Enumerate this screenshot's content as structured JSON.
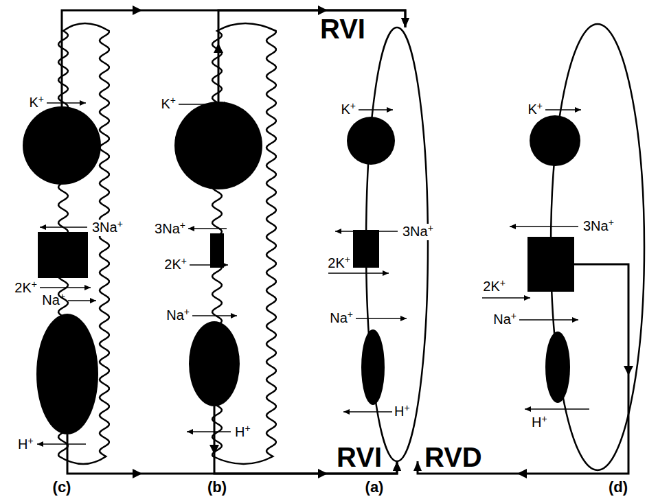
{
  "diagram": {
    "nodes": [
      {
        "text": [
          "(c)"
        ]
      },
      {
        "text": [
          "K+"
        ],
        "in": 0
      },
      {
        "text": [
          "3Na+",
          "2K+"
        ],
        "in": 0
      },
      {
        "text": [
          "Na+",
          "H+"
        ],
        "in": 0
      },
      {
        "text": [
          "(b)"
        ]
      },
      {
        "text": [
          "K+"
        ],
        "in": 4
      },
      {
        "text": [
          "3Na+",
          "2K+"
        ],
        "in": 4
      },
      {
        "text": [
          "Na+",
          "H+"
        ],
        "in": 4
      },
      {
        "text": [
          "(a)"
        ]
      },
      {
        "text": [
          "K+"
        ],
        "in": 8
      },
      {
        "text": [
          "3Na+",
          "2K+"
        ],
        "in": 8
      },
      {
        "text": [
          "Na+",
          "H+"
        ],
        "in": 8
      },
      {
        "text": [
          "(d)"
        ]
      },
      {
        "text": [
          "K+"
        ],
        "in": 12
      },
      {
        "text": [
          "3Na+",
          "2K+"
        ],
        "in": 12
      },
      {
        "text": [
          "Na+",
          "H+"
        ],
        "in": 12
      }
    ],
    "edges": [
      {
        "from": 1,
        "to": 8,
        "arrow": "to"
      },
      {
        "from": 5,
        "to": 8,
        "label": "RVI",
        "arrow": "to"
      },
      {
        "from": 3,
        "to": 8,
        "arrow": "to"
      },
      {
        "from": 7,
        "to": 8,
        "label": "RVI",
        "arrow": "to"
      },
      {
        "from": 14,
        "to": 8,
        "label": "RVD",
        "arrow": "to"
      }
    ]
  }
}
